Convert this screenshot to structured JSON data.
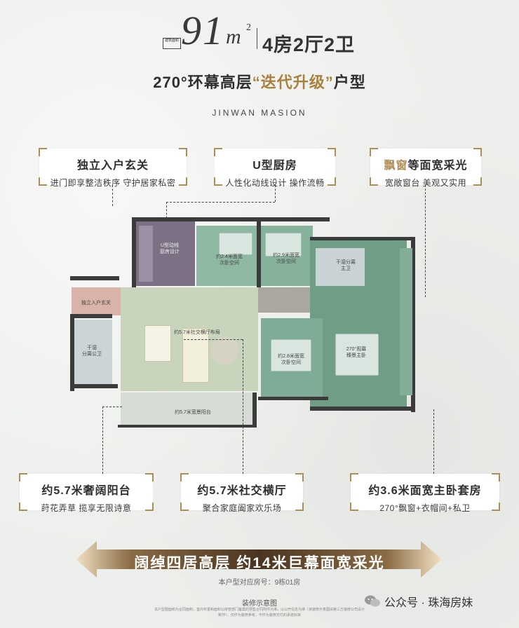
{
  "header": {
    "badge": "建筑面积",
    "area_number": "91",
    "area_unit": "m",
    "area_sup": "2",
    "rooms": "4房2厅2卫",
    "subtitle_pre": "270°环幕高层",
    "subtitle_quote": "“迭代升级”",
    "subtitle_post": "户型",
    "brand": "JINWAN MASION"
  },
  "callouts_top": [
    {
      "title": "独立入户玄关",
      "sub": "进门即享整洁秩序 守护居家私密"
    },
    {
      "title": "U型厨房",
      "sub": "人性化动线设计 操作流畅"
    },
    {
      "title_hi": "飘窗",
      "title": "等面宽采光",
      "sub": "宽敞窗台 美观又实用"
    }
  ],
  "callouts_bottom": [
    {
      "title": "约5.7米奢阔阳台",
      "sub": "莳花弄草 揽享无限诗意"
    },
    {
      "title": "约5.7米社交横厅",
      "sub": "聚合家庭阖家欢乐场"
    },
    {
      "title": "约3.6米面宽主卧套房",
      "sub": "270°飘窗+衣帽间+私卫"
    }
  ],
  "plan_labels": {
    "kitchen": "U型动线\n厨房设计",
    "bedroom_a": "约2.4米面宽\n次卧空间",
    "bedroom_b": "约2.9米面宽\n次卧空间",
    "bath_master": "干湿分离\n主卫",
    "entry": "独立入户玄关",
    "bath_public": "干湿\n分离公卫",
    "hall": "约5.7米社交横厅布局",
    "bedroom_c": "约2.8米面宽\n次卧空间",
    "master": "270°观幕\n臻景主卧",
    "balcony": "约5.7米宽景阳台"
  },
  "banner": {
    "text": "阔绰四居高层  约14米巨幕面宽采光"
  },
  "notes": {
    "room_no": "本户型对应房号：9栋01房",
    "decor": "装修示意图",
    "fine": "本户型图面积为合同面积，室内布置和面积以房管部门备案的预售合同附件为准。以公开信息为准（该装修示意图由第三方装修公司设计制作），仅作为装修参考，不作为装修交付的承诺标准"
  },
  "watermark": {
    "text": "公众号 · 珠海房妹",
    "icon": "wechat-icon"
  },
  "colors": {
    "gold": "#b08d56",
    "green_room": "#6f9d86",
    "living": "#c9d5bd",
    "kitchen": "#7d7186",
    "banner": "#5a4228"
  }
}
